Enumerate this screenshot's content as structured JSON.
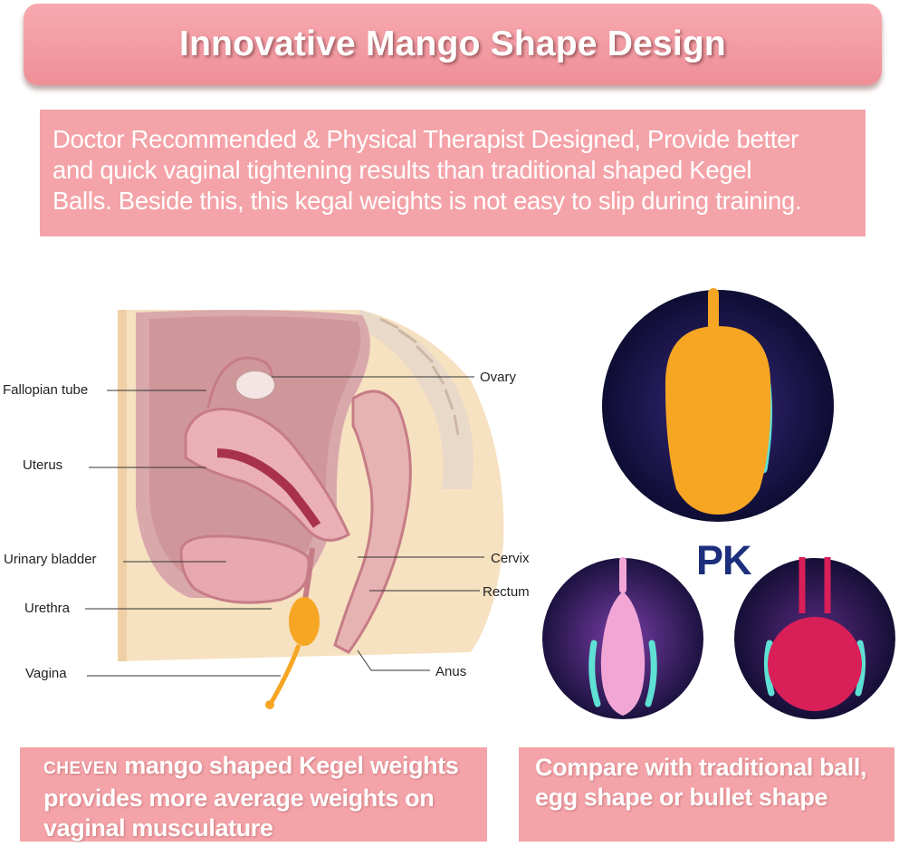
{
  "banner": {
    "title": "Innovative Mango Shape Design"
  },
  "intro": {
    "lines": [
      "Doctor Recommended & Physical Therapist Designed, Provide better",
      "and quick vaginal tightening results than traditional shaped Kegel",
      "Balls. Beside this, this kegal weights is not easy to slip during training."
    ]
  },
  "diagram": {
    "labels": {
      "fallopian_tube": "Fallopian tube",
      "ovary": "Ovary",
      "uterus": "Uterus",
      "urinary_bladder": "Urinary bladder",
      "cervix": "Cervix",
      "rectum": "Rectum",
      "urethra": "Urethra",
      "vagina": "Vagina",
      "anus": "Anus"
    }
  },
  "comparison": {
    "pk_label": "PK"
  },
  "captions": {
    "left": {
      "brand": "CHEVEN",
      "line1_rest": " mango shaped Kegel weights",
      "line2": "provides more average weights on",
      "line3": "vaginal musculature"
    },
    "right": {
      "line1": "Compare with traditional ball,",
      "line2": "egg shape or bullet shape"
    }
  },
  "colors": {
    "banner_pink": "#ef8f98",
    "box_pink": "#f4a3a8",
    "pk_navy": "#1c2f7c",
    "mango_orange": "#f6a623",
    "egg_pink": "#f2a6d6",
    "ball_red": "#d81f58",
    "glow_teal": "#5fe0d4"
  }
}
